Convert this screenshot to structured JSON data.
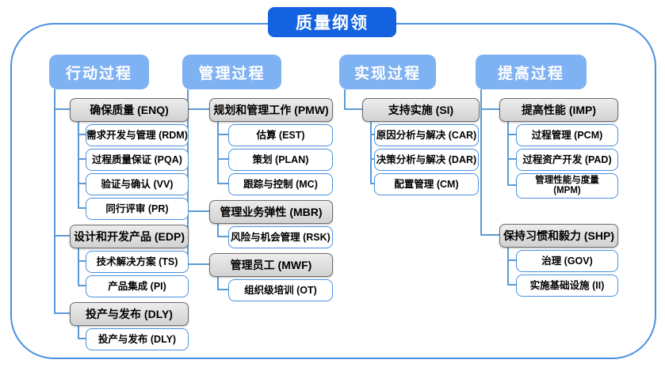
{
  "title": "质量纲领",
  "columns": [
    {
      "header": "行动过程",
      "groups": [
        {
          "label": "确保质量 (ENQ)",
          "children": [
            "需求开发与管理 (RDM)",
            "过程质量保证 (PQA)",
            "验证与确认 (VV)",
            "同行评审 (PR)"
          ]
        },
        {
          "label": "设计和开发产品 (EDP)",
          "children": [
            "技术解决方案 (TS)",
            "产品集成 (PI)"
          ]
        },
        {
          "label": "投产与发布 (DLY)",
          "children": [
            "投产与发布 (DLY)"
          ]
        }
      ]
    },
    {
      "header": "管理过程",
      "groups": [
        {
          "label": "规划和管理工作 (PMW)",
          "children": [
            "估算 (EST)",
            "策划 (PLAN)",
            "跟踪与控制 (MC)"
          ]
        },
        {
          "label": "管理业务弹性 (MBR)",
          "children": [
            "风险与机会管理 (RSK)"
          ]
        },
        {
          "label": "管理员工 (MWF)",
          "children": [
            "组织级培训 (OT)"
          ]
        }
      ]
    },
    {
      "header": "实现过程",
      "groups": [
        {
          "label": "支持实施 (SI)",
          "children": [
            "原因分析与解决 (CAR)",
            "决策分析与解决 (DAR)",
            "配置管理 (CM)"
          ]
        }
      ]
    },
    {
      "header": "提高过程",
      "groups": [
        {
          "label": "提高性能 (IMP)",
          "children": [
            "过程管理 (PCM)",
            "过程资产开发 (PAD)",
            "管理性能与度量\n(MPM)"
          ]
        },
        {
          "label": "保持习惯和毅力 (SHP)",
          "children": [
            "治理 (GOV)",
            "实施基础设施 (II)"
          ]
        }
      ]
    }
  ],
  "colors": {
    "title_bg": "#1362df",
    "header_bg": "#7fb2f2",
    "group_fill": "#d9d9d9",
    "group_border": "#6e6e6e",
    "child_border": "#4a90e2",
    "connector": "#5b9bd5",
    "frame_border": "#4a90e2",
    "text_on_blue": "#ffffff",
    "text_on_box": "#000000"
  }
}
